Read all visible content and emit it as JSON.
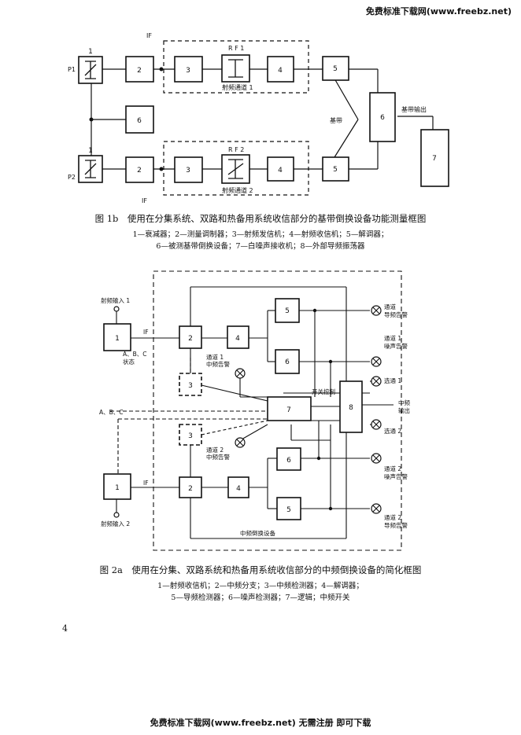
{
  "header": {
    "site": "免费标准下载网(www.freebz.net)"
  },
  "fig1b": {
    "caption": "图 1b　使用在分集系统、双路和热备用系统收信部分的基带倒换设备功能测量框图",
    "legend_line1": "1—衰减器；2—测量调制器；3—射频发信机；4—射频收信机；5—解调器；",
    "legend_line2": "6—被测基带倒换设备；7—白噪声接收机；8—外部导频振荡器",
    "labels": {
      "p1": "P1",
      "p2": "P2",
      "if_top": "IF",
      "if_bottom": "IF",
      "rf1": "R F 1",
      "rf2": "R F 2",
      "channel1": "射频通道 1",
      "channel2": "射频通道 2",
      "baseband": "基带",
      "baseband_out": "基带输出"
    },
    "boxes": [
      "1",
      "2",
      "3",
      "4",
      "5",
      "6",
      "7"
    ]
  },
  "fig2a": {
    "caption": "图 2a　使用在分集、双路系统和热备用系统收信部分的中频倒换设备的简化框图",
    "legend_line1": "1—射频收信机；2—中频分支；3—中频检测器；4—解调器；",
    "legend_line2": "5—导频检测器；6—噪声检测器；7—逻辑；中频开关",
    "labels": {
      "rf_in1": "射频输入 1",
      "rf_in2": "射频输入 2",
      "abc_top": "A、B、C",
      "abc_top2": "状态",
      "abc_mid": "A、B、C",
      "if1": "IF",
      "if2": "IF",
      "ch1_if_alarm_a": "通道 1",
      "ch1_if_alarm_b": "中频告警",
      "ch2_if_alarm_a": "通道 2",
      "ch2_if_alarm_b": "中频告警",
      "pilot_alarm_a": "通道",
      "pilot_alarm_b": "导频告警",
      "ch1_noise_a": "通道 1",
      "ch1_noise_b": "噪声告警",
      "select1": "选通 1",
      "select2": "选通 2",
      "switch_ctrl": "开关控制",
      "if_out_a": "中频",
      "if_out_b": "输出",
      "ch2_noise_a": "通道 2",
      "ch2_noise_b": "噪声告警",
      "ch2_pilot_a": "通道 2",
      "ch2_pilot_b": "导频告警",
      "if_switch_unit": "中频倒换设备"
    }
  },
  "page": {
    "number": "4"
  },
  "footer": {
    "text": "免费标准下载网(www.freebz.net) 无需注册 即可下载"
  }
}
